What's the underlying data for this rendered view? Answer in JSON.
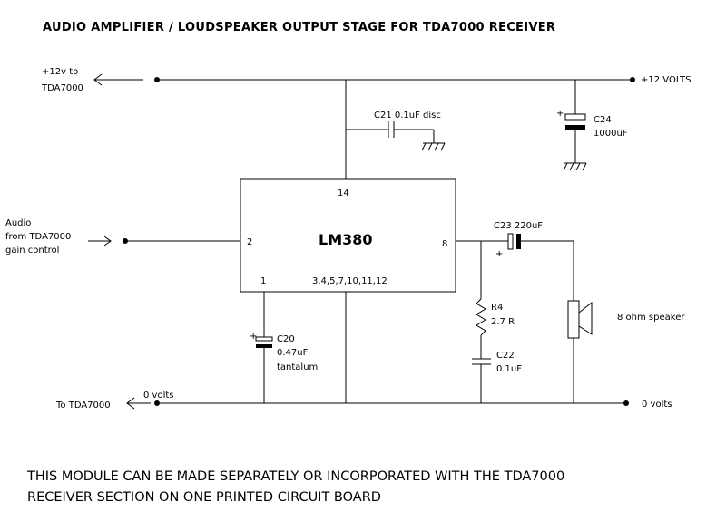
{
  "title": "AUDIO AMPLIFIER / LOUDSPEAKER OUTPUT STAGE FOR TDA7000 RECEIVER",
  "rails": {
    "plus12_to_tda_line1": "+12v to",
    "plus12_to_tda_line2": "TDA7000",
    "plus12_volts": "+12 VOLTS",
    "zero_volts_left": "0 volts",
    "to_tda7000": "To TDA7000",
    "zero_volts_right": "0 volts"
  },
  "input": {
    "line1": "Audio",
    "line2": "from TDA7000",
    "line3": "gain control"
  },
  "ic": {
    "name": "LM380",
    "pin_supply": "14",
    "pin_input": "2",
    "pin_bypass": "1",
    "pin_output": "8",
    "pins_ground": "3,4,5,7,10,11,12"
  },
  "components": {
    "c21": "C21  0.1uF disc",
    "c24_name": "C24",
    "c24_value": "1000uF",
    "c23": "C23  220uF",
    "r4_name": "R4",
    "r4_value": "2.7 R",
    "c22_name": "C22",
    "c22_value": "0.1uF",
    "c20_name": "C20",
    "c20_value": "0.47uF",
    "c20_type": "tantalum",
    "speaker": "8 ohm speaker",
    "plus_sign": "+"
  },
  "footer": {
    "line1": "THIS MODULE CAN BE MADE SEPARATELY OR INCORPORATED WITH THE TDA7000",
    "line2": "RECEIVER SECTION ON ONE PRINTED CIRCUIT BOARD"
  }
}
